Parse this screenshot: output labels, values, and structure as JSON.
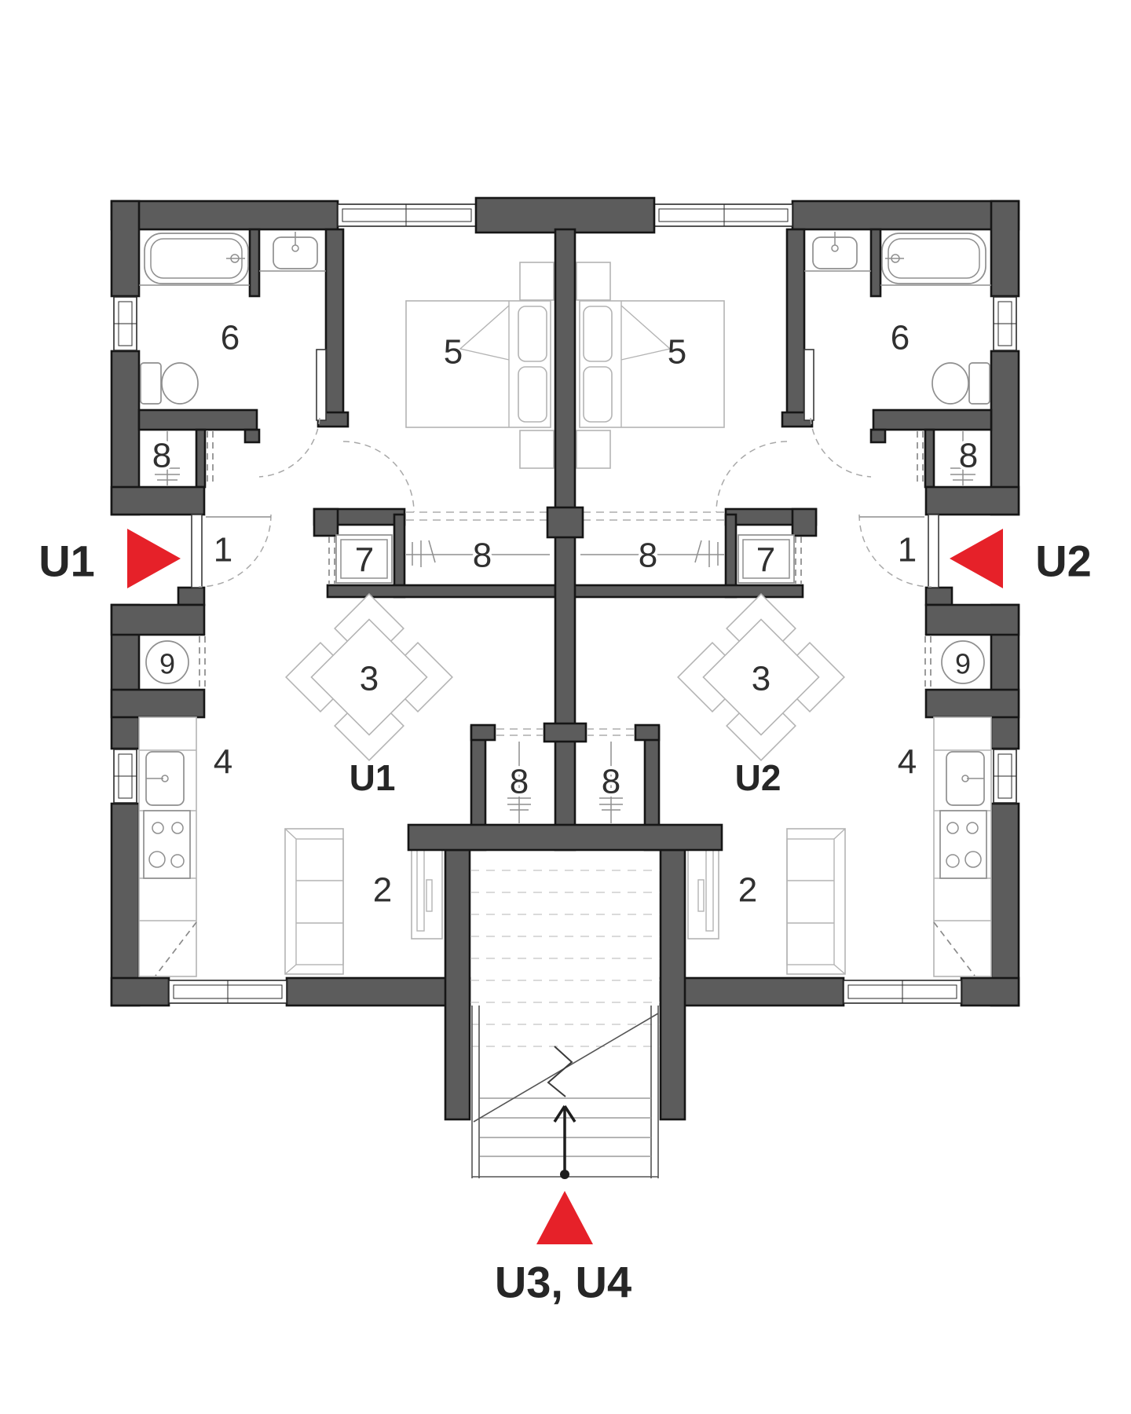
{
  "page": {
    "background": "#ffffff",
    "type": "architectural-floor-plan"
  },
  "colors": {
    "wall": "#5c5c5c",
    "wall_outline": "#161616",
    "accent_red": "#e62129",
    "furniture_line": "#b4b4b4",
    "fixture_line": "#8f8f8f",
    "label_text": "#303030"
  },
  "labels": {
    "unit1_exterior": "U1",
    "unit2_exterior": "U2",
    "unit1_interior": "U1",
    "unit2_interior": "U2",
    "stair_units": "U3, U4",
    "rooms": {
      "r1": "1",
      "r2": "2",
      "r3": "3",
      "r4": "4",
      "r5": "5",
      "r6": "6",
      "r7": "7",
      "r8": "8",
      "r9": "9"
    }
  },
  "plan": {
    "units": [
      {
        "id": "U1",
        "side": "left",
        "visible_room_numbers": [
          "1",
          "2",
          "3",
          "4",
          "5",
          "6",
          "7",
          "8",
          "8",
          "8",
          "9"
        ]
      },
      {
        "id": "U2",
        "side": "right",
        "visible_room_numbers": [
          "1",
          "2",
          "3",
          "4",
          "5",
          "6",
          "7",
          "8",
          "8",
          "8",
          "9"
        ]
      }
    ],
    "stairwell_units_label": "U3, U4",
    "entry_markers": [
      {
        "unit": "U1",
        "icon": "red-triangle-right-icon"
      },
      {
        "unit": "U2",
        "icon": "red-triangle-left-icon"
      },
      {
        "unit": "U3, U4",
        "icon": "red-triangle-up-icon"
      }
    ]
  }
}
